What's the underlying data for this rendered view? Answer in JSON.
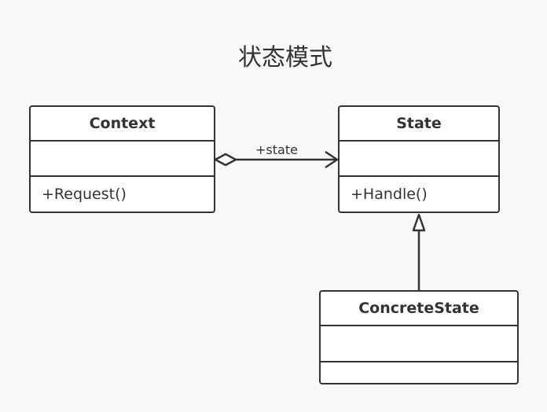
{
  "title": "状态模式",
  "classes": {
    "context": {
      "name": "Context",
      "operation": "+Request()"
    },
    "state": {
      "name": "State",
      "operation": "+Handle()"
    },
    "concrete_state": {
      "name": "ConcreteState",
      "operation": ""
    }
  },
  "relations": {
    "association_label": "+state"
  },
  "colors": {
    "stroke": "#333333",
    "background": "#f8f8f8",
    "box_fill": "#ffffff"
  }
}
